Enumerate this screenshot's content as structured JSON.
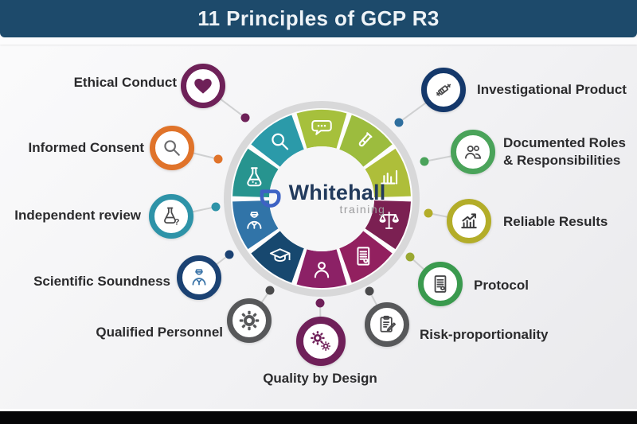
{
  "header": {
    "title": "11 Principles of GCP R3",
    "bg_color": "#1d4a6b"
  },
  "logo": {
    "brand": "Whitehall",
    "sub": "training",
    "mark_color": "#3d62c4",
    "brand_color": "#223a5c",
    "sub_color": "#9b9b9d"
  },
  "wheel": {
    "segments": [
      {
        "name": "speech-bubble",
        "icon": "speech-bubble-icon",
        "ref": "#icon-speech",
        "color": "#a6c03c"
      },
      {
        "name": "test-tube",
        "icon": "test-tube-icon",
        "ref": "#icon-tube",
        "color": "#9cbc3e"
      },
      {
        "name": "bar-chart",
        "icon": "bar-chart-icon",
        "ref": "#icon-bars",
        "color": "#aebe3a"
      },
      {
        "name": "justice-scales",
        "icon": "scales-icon",
        "ref": "#icon-scales",
        "color": "#7b2052"
      },
      {
        "name": "document",
        "icon": "document-icon",
        "ref": "#icon-doc",
        "color": "#92205f"
      },
      {
        "name": "person",
        "icon": "person-icon",
        "ref": "#icon-person",
        "color": "#8c2166"
      },
      {
        "name": "graduation-cap",
        "icon": "graduation-cap-icon",
        "ref": "#icon-cap",
        "color": "#17486f"
      },
      {
        "name": "clinician",
        "icon": "clinician-icon",
        "ref": "#icon-clinician",
        "color": "#3174a8"
      },
      {
        "name": "flask",
        "icon": "flask-icon",
        "ref": "#icon-flask",
        "color": "#27948f"
      },
      {
        "name": "magnifier",
        "icon": "magnifier-icon",
        "ref": "#icon-magnifier",
        "color": "#2b9aa9"
      }
    ],
    "icon_color": "#ffffff",
    "gray_ring_color": "#d8d8d9",
    "inner_color": "#f6f6f7"
  },
  "principles": [
    {
      "label": "Ethical Conduct",
      "icon": "heart-icon",
      "ring_color": "#6e2158",
      "icon_color": "#6e2158",
      "dot_color": "#6e2158"
    },
    {
      "label": "Informed Consent",
      "icon": "magnifier-icon",
      "ring_color": "#e0732a",
      "icon_color": "#6b6b6d",
      "dot_color": "#e0732a"
    },
    {
      "label": "Independent review",
      "icon": "flask-question-icon",
      "ring_color": "#2e93a8",
      "icon_color": "#4a4a4c",
      "dot_color": "#2e93a8"
    },
    {
      "label": "Scientific Soundness",
      "icon": "clinician-icon",
      "ring_color": "#1b4273",
      "icon_color": "#3b74a8",
      "dot_color": "#1b4273"
    },
    {
      "label": "Qualified Personnel",
      "icon": "gear-icon",
      "ring_color": "#57585a",
      "icon_color": "#57585a",
      "dot_color": "#4a4a4c"
    },
    {
      "label": "Quality by Design",
      "icon": "double-gear-icon",
      "ring_color": "#6f2059",
      "icon_color": "#6f2059",
      "dot_color": "#6f2059"
    },
    {
      "label": "Risk-proportionality",
      "icon": "clipboard-pencil-icon",
      "ring_color": "#57585a",
      "icon_color": "#4a4a4c",
      "dot_color": "#4a4a4c"
    },
    {
      "label": "Protocol",
      "icon": "protocol-document-icon",
      "ring_color": "#3a9a4e",
      "icon_color": "#4a4a4c",
      "dot_color": "#9aa832"
    },
    {
      "label": "Reliable Results",
      "icon": "growth-chart-icon",
      "ring_color": "#b3ad29",
      "icon_color": "#3a3a3c",
      "dot_color": "#b3ad29"
    },
    {
      "label": "Documented Roles",
      "label2": "& Responsibilities",
      "icon": "people-icon",
      "ring_color": "#4aa35a",
      "icon_color": "#4a4a4c",
      "dot_color": "#4aa35a"
    },
    {
      "label": "Investigational Product",
      "icon": "syringe-icon",
      "ring_color": "#14386b",
      "icon_color": "#4a4a4c",
      "dot_color": "#2e6e9e"
    }
  ],
  "footer": {
    "bar_color": "#060607"
  }
}
